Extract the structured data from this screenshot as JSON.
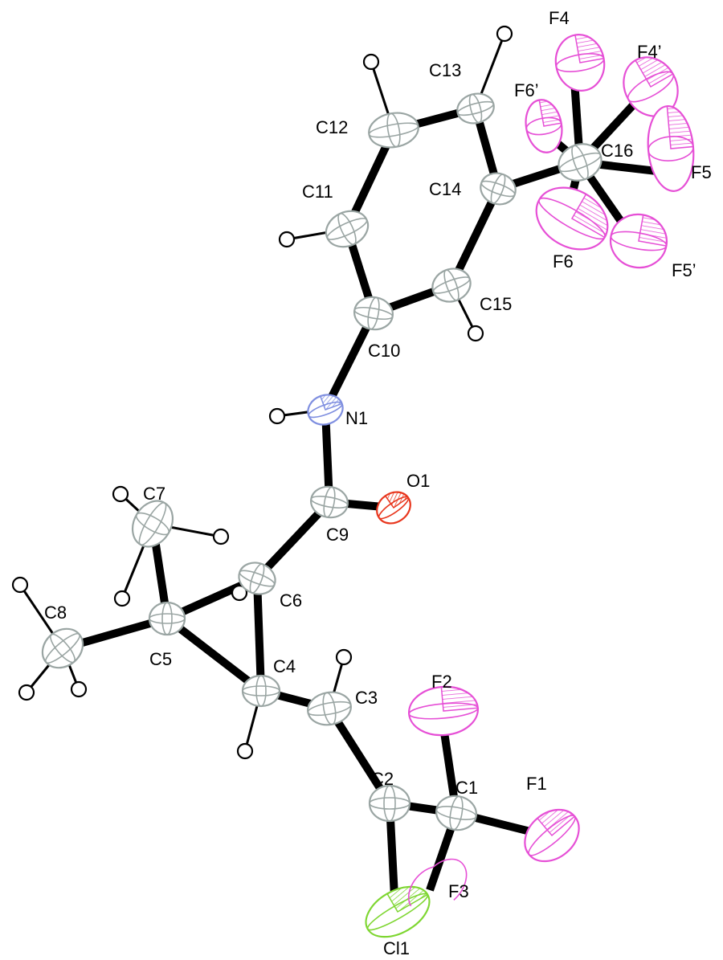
{
  "colors": {
    "carbon": "#9aa5a3",
    "hydrogen": "#000000",
    "nitrogen": "#7f8fe0",
    "oxygen": "#e8361d",
    "fluorine": "#e64fd6",
    "chlorine": "#7ed631",
    "bond": "#000000"
  },
  "atoms": {
    "C1": "C1",
    "C2": "C2",
    "C3": "C3",
    "C4": "C4",
    "C5": "C5",
    "C6": "C6",
    "C7": "C7",
    "C8": "C8",
    "C9": "C9",
    "C10": "C10",
    "C11": "C11",
    "C12": "C12",
    "C13": "C13",
    "C14": "C14",
    "C15": "C15",
    "C16": "C16",
    "N1": "N1",
    "O1": "O1",
    "Cl1": "Cl1",
    "F1": "F1",
    "F2": "F2",
    "F3": "F3",
    "F4": "F4",
    "F4p": "F4’",
    "F5": "F5",
    "F5p": "F5’",
    "F6": "F6",
    "F6p": "F6’"
  }
}
